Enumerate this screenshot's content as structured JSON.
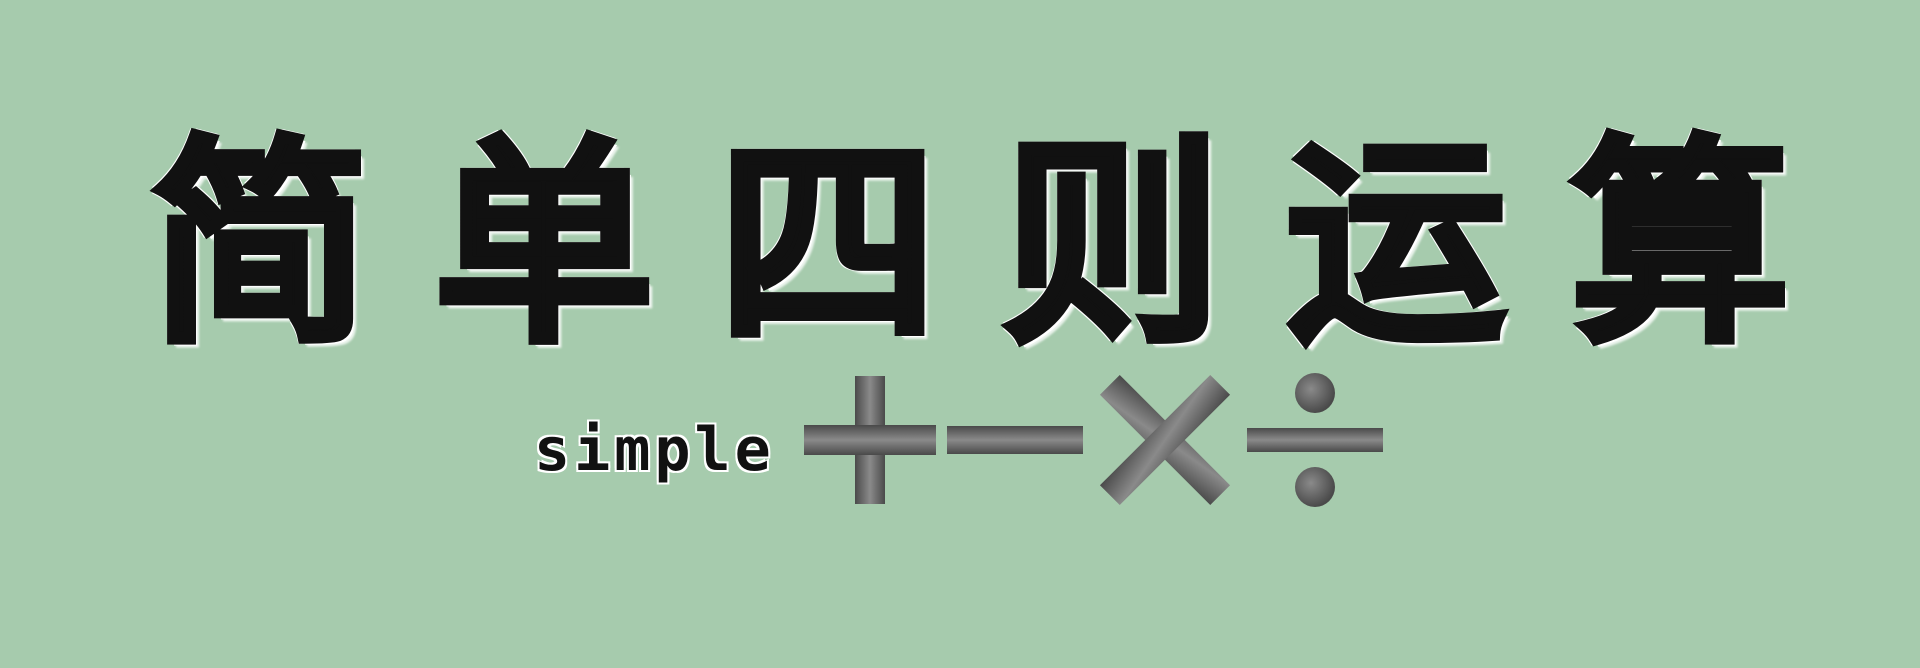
{
  "banner": {
    "title_chars": [
      "简",
      "单",
      "四",
      "则",
      "运",
      "算"
    ],
    "subtitle": "simple",
    "operators": [
      "plus-icon",
      "minus-icon",
      "times-icon",
      "divide-icon"
    ],
    "colors": {
      "background": "#a6cbad",
      "title_text": "#111111",
      "title_outline": "#ffffff",
      "operator_gray": "#5a5a5a"
    }
  }
}
